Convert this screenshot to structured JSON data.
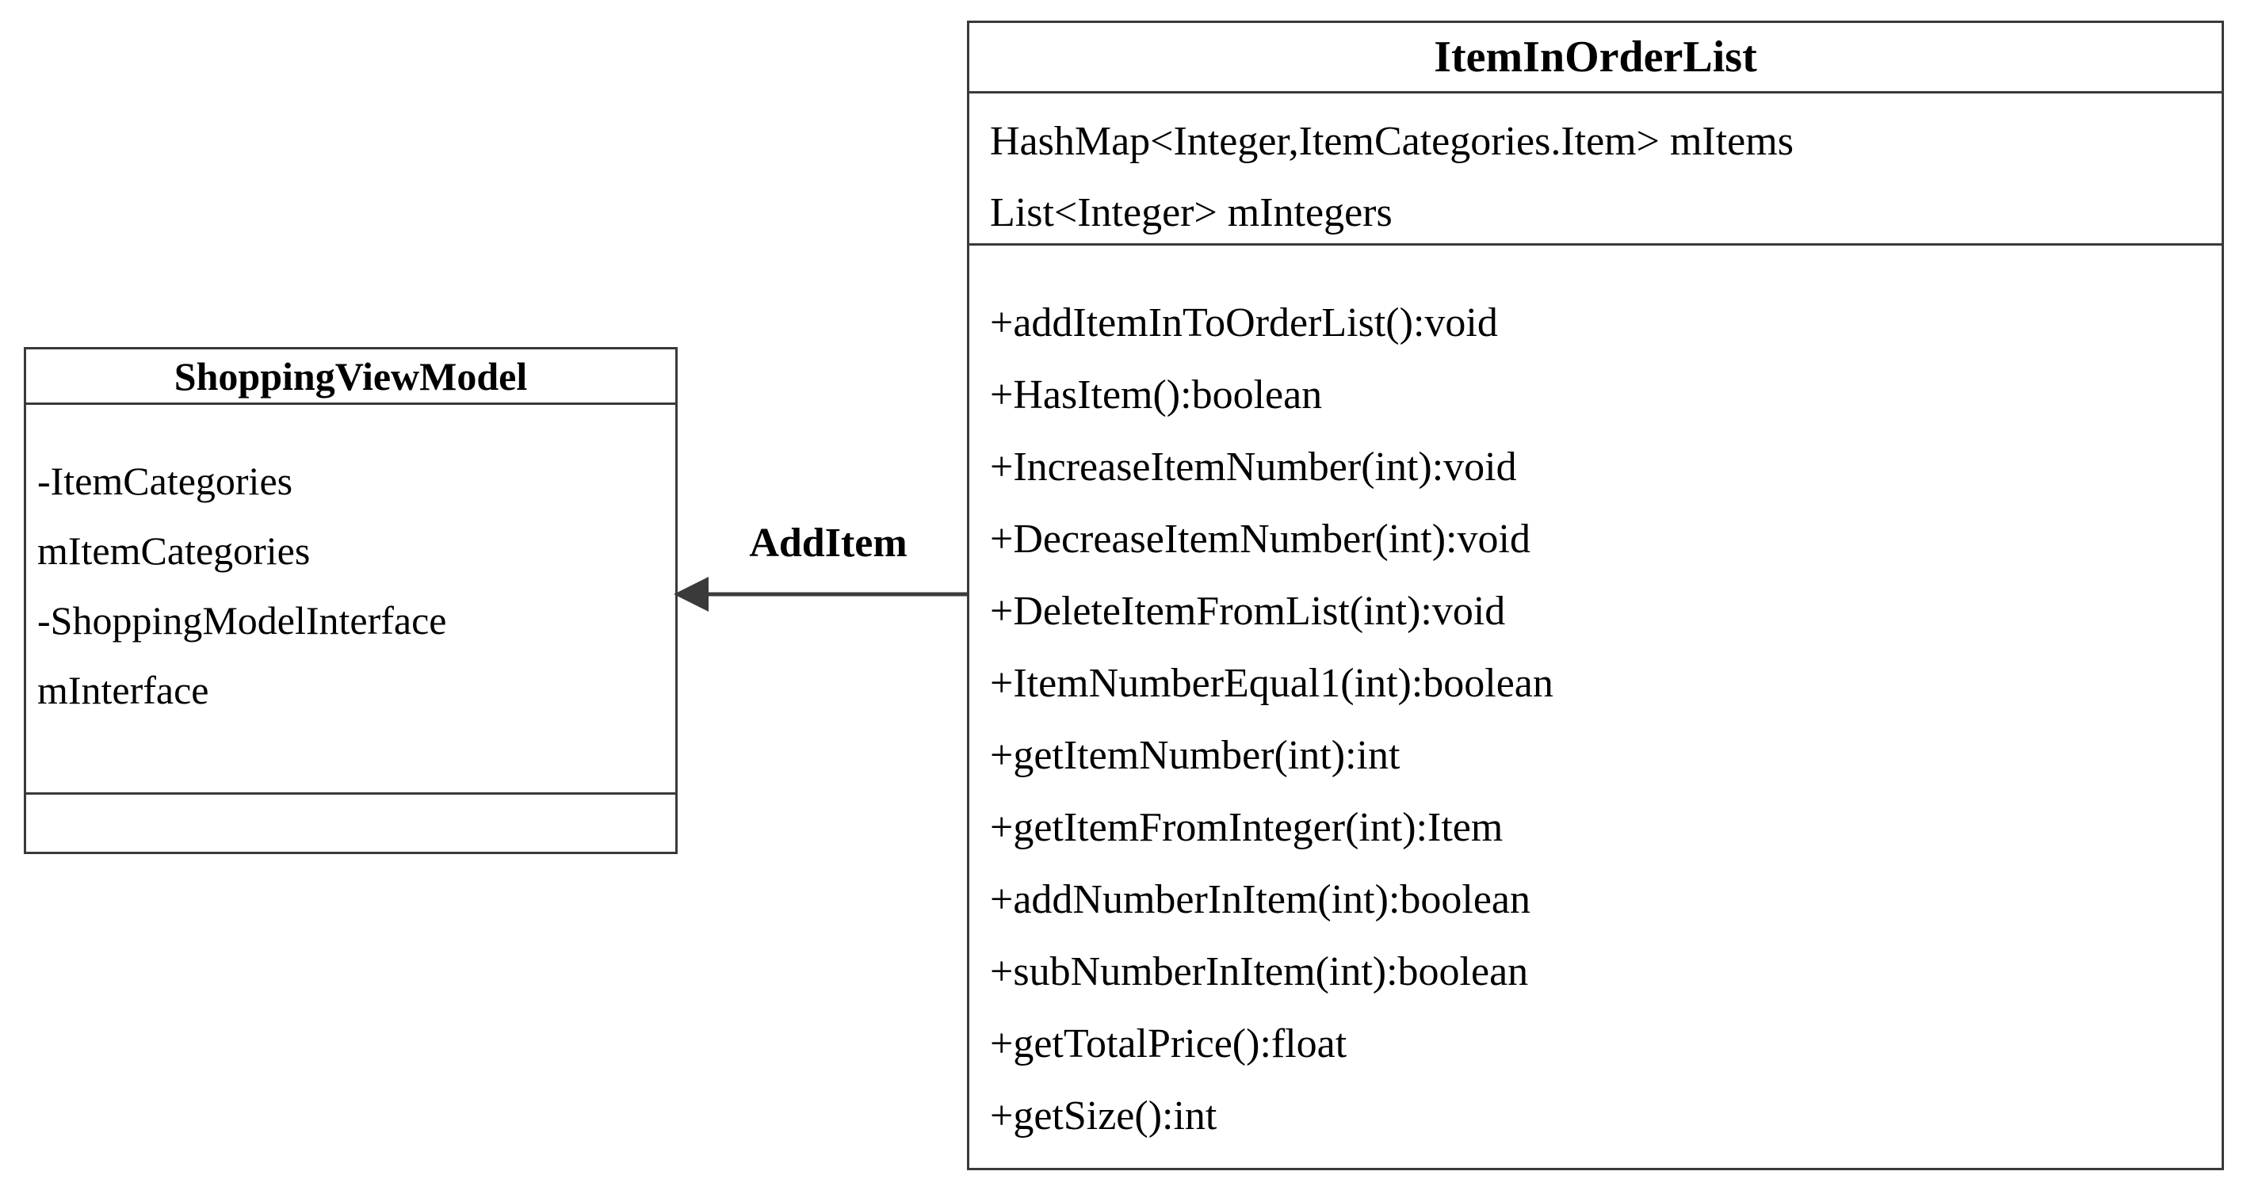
{
  "diagram": {
    "type": "uml-class-diagram",
    "background_color": "#ffffff",
    "line_color": "#3a3a3a",
    "text_color": "#000000"
  },
  "classes": [
    {
      "id": "shopping-view-model",
      "name": "ShoppingViewModel",
      "attributes": [
        "-ItemCategories",
        "mItemCategories",
        "-ShoppingModelInterface",
        "mInterface"
      ],
      "methods": []
    },
    {
      "id": "item-in-order-list",
      "name": "ItemInOrderList",
      "attributes": [
        "HashMap<Integer,ItemCategories.Item> mItems",
        "List<Integer> mIntegers"
      ],
      "methods": [
        "+addItemInToOrderList():void",
        "+HasItem():boolean",
        "+IncreaseItemNumber(int):void",
        "+DecreaseItemNumber(int):void",
        "+DeleteItemFromList(int):void",
        "+ItemNumberEqual1(int):boolean",
        "+getItemNumber(int):int",
        "+getItemFromInteger(int):Item",
        "+addNumberInItem(int):boolean",
        "+subNumberInItem(int):boolean",
        "+getTotalPrice():float",
        "+getSize():int"
      ]
    }
  ],
  "relations": [
    {
      "id": "add-item",
      "label": "AddItem",
      "from": "item-in-order-list",
      "to": "shopping-view-model",
      "arrow": "solid-triangle-left"
    }
  ]
}
